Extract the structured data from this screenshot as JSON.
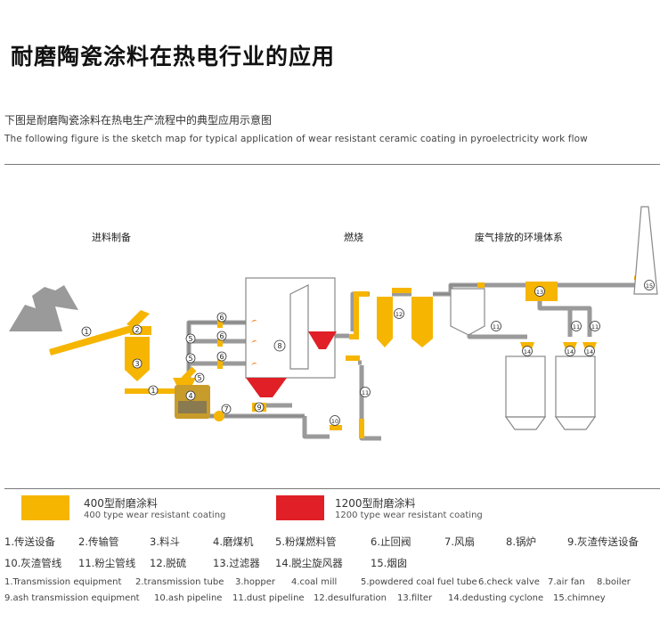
{
  "title": "耐磨陶瓷涂料在热电行业的应用",
  "subtitle_cn": "下图是耐磨陶瓷涂料在热电生产流程中的典型应用示意图",
  "subtitle_en": "The following figure is the sketch map for typical application of wear resistant ceramic coating in pyroelectricity work flow",
  "stages": {
    "feed": "进料制备",
    "combustion": "燃烧",
    "exhaust": "废气排放的环境体系"
  },
  "colors": {
    "yellow": "#f6b500",
    "red": "#e01f26",
    "gray": "#8e8e8e"
  },
  "legend": {
    "yellow_cn": "400型耐磨涂料",
    "yellow_en": "400 type wear resistant coating",
    "red_cn": "1200型耐磨涂料",
    "red_en": "1200 type wear resistant coating"
  },
  "items_cn": [
    "1.传送设备",
    "2.传输管",
    "3.料斗",
    "4.磨煤机",
    "5.粉煤燃料管",
    "6.止回阀",
    "7.风扇",
    "8.锅炉",
    "9.灰渣传送设备",
    "10.灰渣管线",
    "11.粉尘管线",
    "12.脱硫",
    "13.过滤器",
    "14.脱尘旋风器",
    "15.烟囱"
  ],
  "items_en_row1": [
    "1.Transmission equipment",
    "2.transmission tube",
    "3.hopper",
    "4.coal mill",
    "5.powdered coal fuel tube",
    "6.check valve",
    "7.air fan",
    "8.boiler"
  ],
  "items_en_row2": [
    "9.ash transmission equipment",
    "10.ash pipeline",
    "11.dust pipeline",
    "12.desulfuration",
    "13.filter",
    "14.dedusting cyclone",
    "15.chimney"
  ],
  "markers": [
    "1",
    "2",
    "3",
    "4",
    "5",
    "6",
    "7",
    "8",
    "9",
    "10",
    "11",
    "12",
    "13",
    "14",
    "15"
  ]
}
